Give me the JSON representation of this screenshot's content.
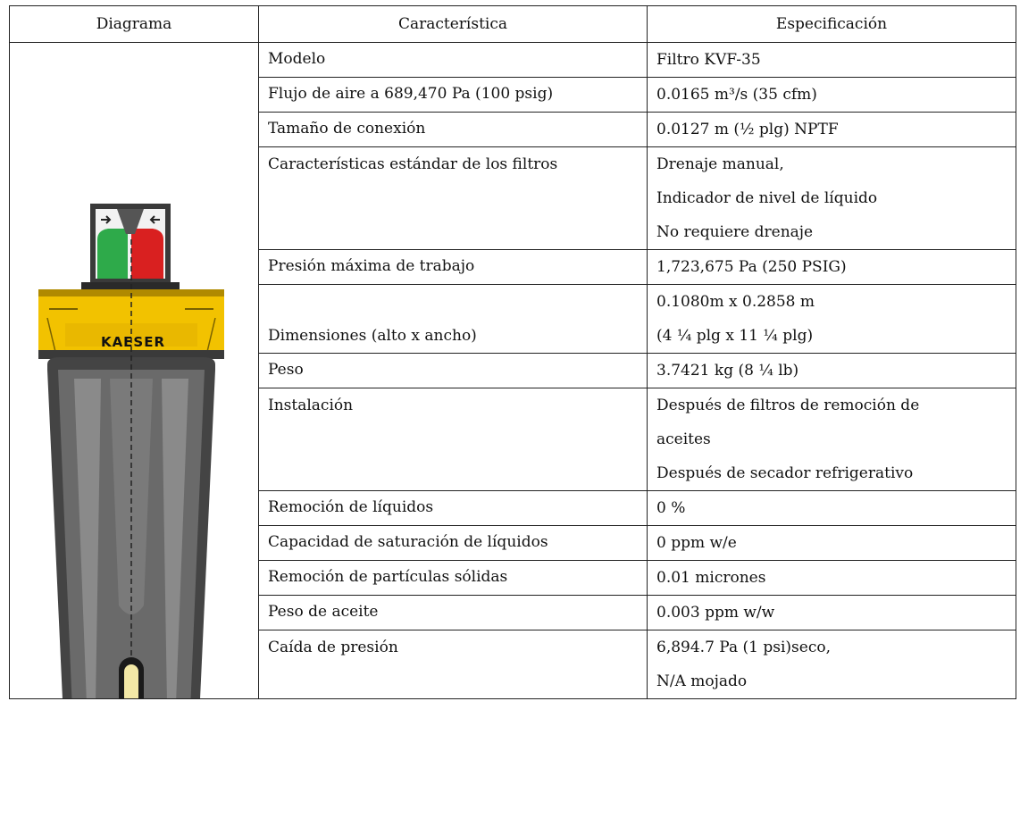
{
  "headers": {
    "diagram": "Diagrama",
    "feature": "Característica",
    "spec": "Especificación"
  },
  "diagram": {
    "brand_text": "KAESER"
  },
  "rows": [
    {
      "feature": "Modelo",
      "spec": [
        "Filtro KVF-35"
      ]
    },
    {
      "feature": "Flujo de aire a 689,470 Pa (100 psig)",
      "spec": [
        "0.0165 m³/s (35 cfm)"
      ]
    },
    {
      "feature": "Tamaño de conexión",
      "spec": [
        "0.0127 m (½ plg) NPTF"
      ]
    },
    {
      "feature": "Características estándar de los filtros",
      "spec": [
        "Drenaje manual,",
        "Indicador de nivel de líquido",
        "No requiere drenaje"
      ]
    },
    {
      "feature": "Presión máxima de trabajo",
      "spec": [
        "1,723,675 Pa (250 PSIG)"
      ]
    },
    {
      "feature": "Dimensiones (alto x ancho)",
      "spec": [
        "0.1080m x 0.2858 m",
        "(4 ¼ plg x 11 ¼ plg)"
      ]
    },
    {
      "feature": "Peso",
      "spec": [
        "3.7421 kg (8 ¼ lb)"
      ]
    },
    {
      "feature": "Instalación",
      "spec": [
        "Después de filtros de remoción de",
        "aceites",
        "Después de secador refrigerativo"
      ]
    },
    {
      "feature": "Remoción de líquidos",
      "spec": [
        "0 %"
      ]
    },
    {
      "feature": "Capacidad de saturación de líquidos",
      "spec": [
        "0 ppm w/e"
      ]
    },
    {
      "feature": "Remoción de partículas sólidas",
      "spec": [
        "0.01 micrones"
      ]
    },
    {
      "feature": "Peso de aceite",
      "spec": [
        "0.003 ppm w/w"
      ]
    },
    {
      "feature": "Caída de presión",
      "spec": [
        "6,894.7 Pa (1 psi)seco,",
        "N/A mojado"
      ]
    }
  ]
}
